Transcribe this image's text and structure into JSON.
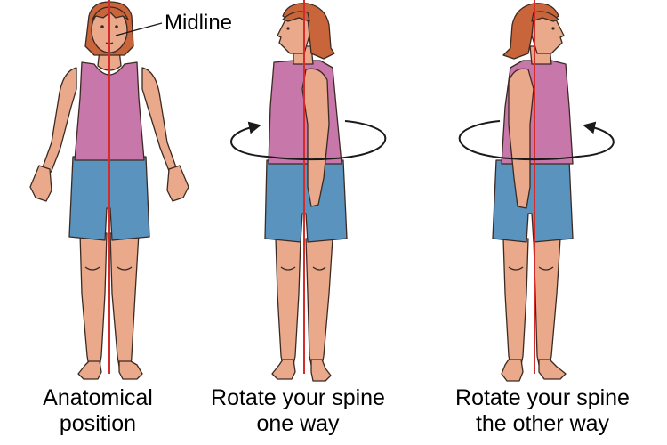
{
  "annotation": {
    "midline": "Midline"
  },
  "figures": [
    {
      "caption_line1": "Anatomical",
      "caption_line2": "position"
    },
    {
      "caption_line1": "Rotate your spine",
      "caption_line2": "one way"
    },
    {
      "caption_line1": "Rotate your spine",
      "caption_line2": "the other way"
    }
  ],
  "colors": {
    "skin": "#e9a98a",
    "skin_shadow": "#d58b6c",
    "hair": "#c9653b",
    "top": "#c777a9",
    "shorts": "#5b93bf",
    "midline": "#d42b2b",
    "outline": "#3b2a22"
  }
}
